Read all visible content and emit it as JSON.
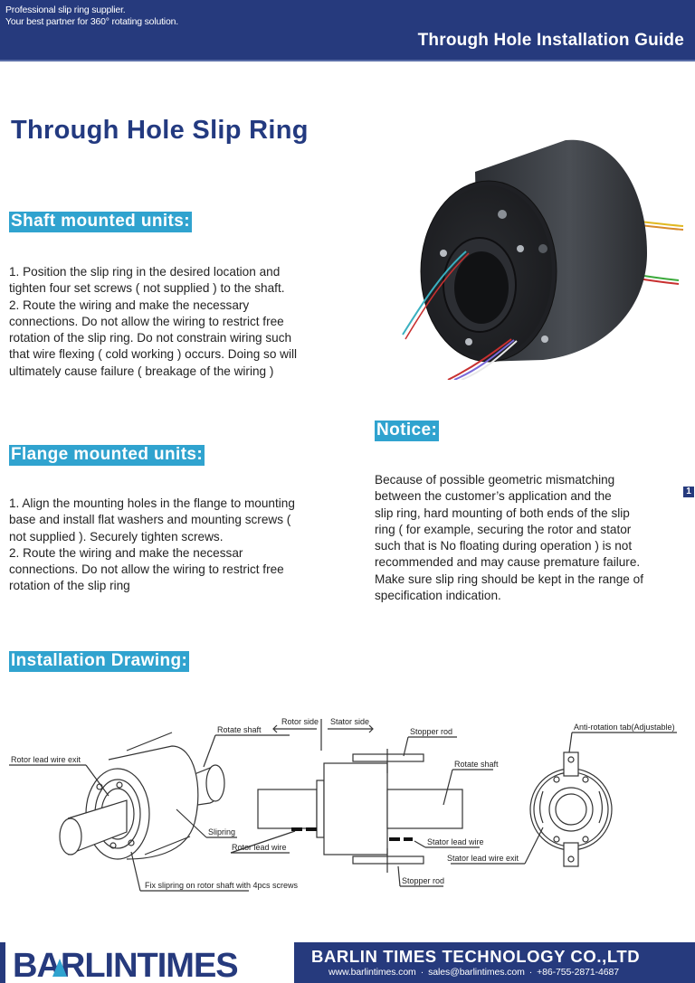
{
  "header": {
    "tagline_lines": [
      "Professional slip ring supplier.",
      "Your best partner for 360° rotating solution."
    ],
    "title": "Through Hole Installation Guide"
  },
  "page_title": "Through Hole Slip Ring",
  "sections": {
    "shaft": {
      "heading": "Shaft mounted units:",
      "lines": [
        "1. Position the slip ring in the desired location and",
        "tighten four set screws ( not supplied ) to the shaft.",
        "2. Route the wiring and make the necessary",
        "connections. Do not allow the wiring to restrict free",
        "rotation of the slip ring. Do not constrain wiring such",
        "that wire flexing ( cold working ) occurs. Doing so will",
        "ultimately cause failure ( breakage of the wiring )"
      ]
    },
    "flange": {
      "heading": "Flange mounted units:",
      "lines": [
        "1. Align the mounting holes in the flange to mounting",
        "base and install flat washers and mounting screws (",
        "not supplied ). Securely tighten screws.",
        "2. Route the wiring and make the necessar",
        "connections. Do not allow the wiring to restrict free",
        "rotation of the slip ring"
      ]
    },
    "notice": {
      "heading": "Notice:",
      "lines": [
        "Because of possible geometric mismatching",
        "between the customer’s application and the",
        "slip ring, hard mounting of both ends of the slip",
        "ring ( for example, securing the rotor and stator",
        "such that is No floating during operation ) is not",
        "recommended and may cause premature failure.",
        "Make sure slip ring should be kept in the range of",
        "specification indication."
      ]
    },
    "drawing": {
      "heading": "Installation Drawing:",
      "labels": {
        "rotor_lead_wire_exit": "Rotor lead wire exit",
        "rotate_shaft_left": "Rotate shaft",
        "slipring": "Slipring",
        "rotor_lead_wire": "Rotor lead wire",
        "fix_slipring": "Fix slipring on rotor shaft with 4pcs screws",
        "rotor_side": "Rotor side",
        "stator_side": "Stator side",
        "stopper_rod_top": "Stopper rod",
        "rotate_shaft_right": "Rotate shaft",
        "stator_lead_wire": "Stator lead wire",
        "stator_lead_wire_exit": "Stator lead wire exit",
        "stopper_rod_bottom": "Stopper rod",
        "anti_rotation_tab": "Anti-rotation tab(Adjustable)"
      }
    }
  },
  "page_number": "1",
  "footer": {
    "logo_text": "BARLINTIMES",
    "company": "BARLIN TIMES TECHNOLOGY CO.,LTD",
    "website": "www.barlintimes.com",
    "email": "sales@barlintimes.com",
    "phone": "+86-755-2871-4687",
    "separator": "·"
  },
  "colors": {
    "navy": "#263a7d",
    "title_blue": "#233a80",
    "tag_cyan": "#30a3cf"
  }
}
